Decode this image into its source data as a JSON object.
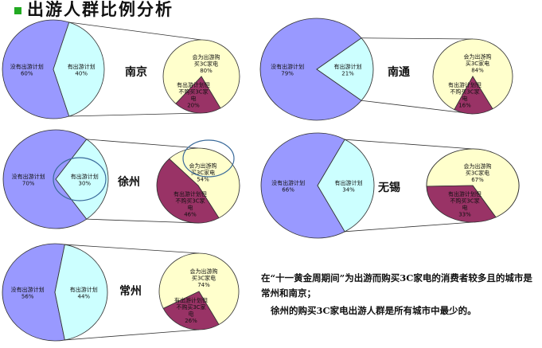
{
  "page_title": "出游人群比例分析",
  "notes": [
    "在“十一黄金周期间”为出游而购买3C家电的消费者较多且的城市是常州和南京；",
    "徐州的购买3C家电出游人群是所有城市中最少的。"
  ],
  "colors": {
    "no_plan": "#9999ff",
    "has_plan": "#ccffff",
    "buy": "#ffffcc",
    "not_buy": "#993366",
    "bullet": "#22aa22",
    "highlight_circle": "#3a6a9a"
  },
  "chart_data": [
    {
      "type": "pie",
      "city": "南京",
      "main": [
        {
          "label": "没有出游计划",
          "value": 60,
          "value_text": "60%"
        },
        {
          "label": "有出游计划",
          "value": 40,
          "value_text": "40%"
        }
      ],
      "detail": [
        {
          "label": "会为出游购买3C家电",
          "value": 80,
          "value_text": "80%"
        },
        {
          "label": "有出游计划但不购买3C家电",
          "value": 20,
          "value_text": "20%"
        }
      ]
    },
    {
      "type": "pie",
      "city": "南通",
      "main": [
        {
          "label": "没有出游计划",
          "value": 79,
          "value_text": "79%"
        },
        {
          "label": "有出游计划",
          "value": 21,
          "value_text": "21%"
        }
      ],
      "detail": [
        {
          "label": "会为出游购买3C家电",
          "value": 84,
          "value_text": "84%"
        },
        {
          "label": "有出游计划但不购买3C家电",
          "value": 16,
          "value_text": "16%"
        }
      ]
    },
    {
      "type": "pie",
      "city": "徐州",
      "main": [
        {
          "label": "没有出游计划",
          "value": 70,
          "value_text": "70%"
        },
        {
          "label": "有出游计划",
          "value": 30,
          "value_text": "30%"
        }
      ],
      "detail": [
        {
          "label": "会为出游购买3C家电",
          "value": 54,
          "value_text": "54%"
        },
        {
          "label": "有出游计划但不购买3C家电",
          "value": 46,
          "value_text": "46%"
        }
      ]
    },
    {
      "type": "pie",
      "city": "无锡",
      "main": [
        {
          "label": "没有出游计划",
          "value": 66,
          "value_text": "66%"
        },
        {
          "label": "有出游计划",
          "value": 34,
          "value_text": "34%"
        }
      ],
      "detail": [
        {
          "label": "会为出游购买3C家电",
          "value": 67,
          "value_text": "67%"
        },
        {
          "label": "有出游计划但不购买3C家电",
          "value": 33,
          "value_text": "33%"
        }
      ]
    },
    {
      "type": "pie",
      "city": "常州",
      "main": [
        {
          "label": "没有出游计划",
          "value": 56,
          "value_text": "56%"
        },
        {
          "label": "有出游计划",
          "value": 44,
          "value_text": "44%"
        }
      ],
      "detail": [
        {
          "label": "会为出游购买3C家电",
          "value": 74,
          "value_text": "74%"
        },
        {
          "label": "有出游计划但不购买3C家电",
          "value": 26,
          "value_text": "26%"
        }
      ]
    }
  ]
}
